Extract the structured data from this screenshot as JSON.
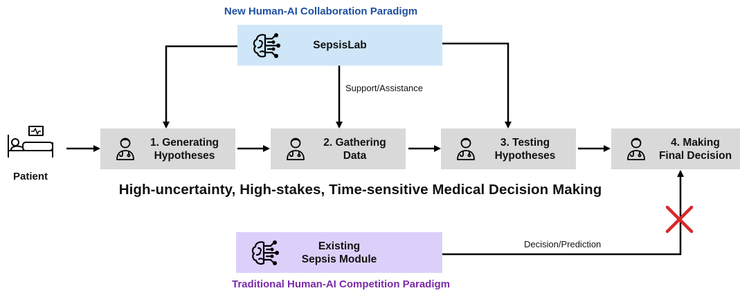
{
  "paradigms": {
    "top": "New Human-AI Collaboration Paradigm",
    "bottom": "Traditional Human-AI Competition Paradigm"
  },
  "sepsislab": {
    "label": "SepsisLab"
  },
  "existing_module": {
    "label": "Existing\nSepsis Module"
  },
  "patient": {
    "label": "Patient"
  },
  "steps": [
    {
      "label": "1. Generating\nHypotheses"
    },
    {
      "label": "2. Gathering\nData"
    },
    {
      "label": "3. Testing\nHypotheses"
    },
    {
      "label": "4. Making\nFinal Decision"
    }
  ],
  "edge_labels": {
    "support": "Support/Assistance",
    "decision": "Decision/Prediction"
  },
  "main_title": "High-uncertainty, High-stakes,  Time-sensitive Medical Decision Making",
  "colors": {
    "sepsislab_box": "#cfe6f8",
    "existing_box": "#dcd0fb",
    "step_box": "#d9d9d9",
    "top_paradigm_text": "#1d4f9e",
    "bottom_paradigm_text": "#7a2aa8",
    "reject_mark": "#d62a2a"
  }
}
